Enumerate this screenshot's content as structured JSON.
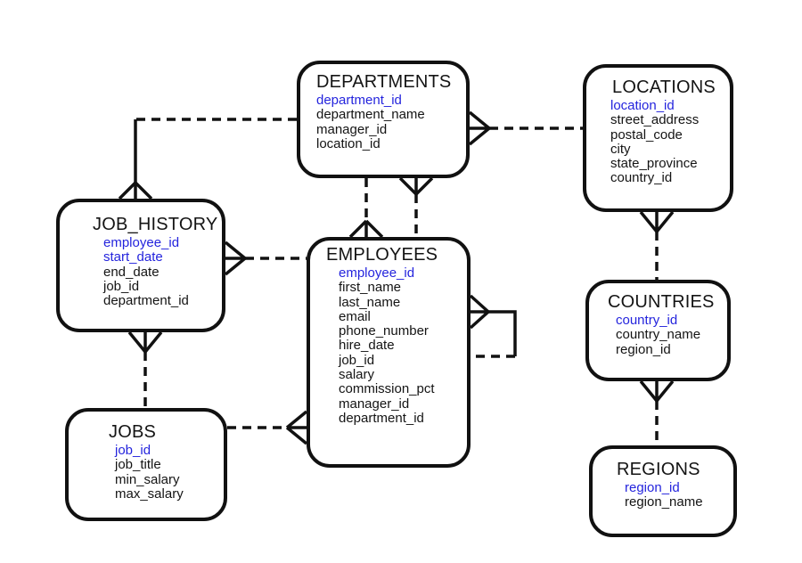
{
  "diagram": {
    "kind": "entity-relationship-diagram",
    "notation": "crow-foot",
    "colors": {
      "primary_key_text": "#2424dd",
      "field_text": "#141414",
      "line": "#111111",
      "entity_background": "#ffffff"
    }
  },
  "entities": {
    "departments": {
      "title": "DEPARTMENTS",
      "fields": [
        {
          "name": "department_id",
          "key": true
        },
        {
          "name": "department_name",
          "key": false
        },
        {
          "name": "manager_id",
          "key": false
        },
        {
          "name": "location_id",
          "key": false
        }
      ]
    },
    "locations": {
      "title": "LOCATIONS",
      "fields": [
        {
          "name": "location_id",
          "key": true
        },
        {
          "name": "street_address",
          "key": false
        },
        {
          "name": "postal_code",
          "key": false
        },
        {
          "name": "city",
          "key": false
        },
        {
          "name": "state_province",
          "key": false
        },
        {
          "name": "country_id",
          "key": false
        }
      ]
    },
    "job_history": {
      "title": "JOB_HISTORY",
      "fields": [
        {
          "name": "employee_id",
          "key": true
        },
        {
          "name": "start_date",
          "key": true
        },
        {
          "name": "end_date",
          "key": false
        },
        {
          "name": "job_id",
          "key": false
        },
        {
          "name": "department_id",
          "key": false
        }
      ]
    },
    "employees": {
      "title": "EMPLOYEES",
      "fields": [
        {
          "name": "employee_id",
          "key": true
        },
        {
          "name": "first_name",
          "key": false
        },
        {
          "name": "last_name",
          "key": false
        },
        {
          "name": "email",
          "key": false
        },
        {
          "name": "phone_number",
          "key": false
        },
        {
          "name": "hire_date",
          "key": false
        },
        {
          "name": "job_id",
          "key": false
        },
        {
          "name": "salary",
          "key": false
        },
        {
          "name": "commission_pct",
          "key": false
        },
        {
          "name": "manager_id",
          "key": false
        },
        {
          "name": "department_id",
          "key": false
        }
      ]
    },
    "countries": {
      "title": "COUNTRIES",
      "fields": [
        {
          "name": "country_id",
          "key": true
        },
        {
          "name": "country_name",
          "key": false
        },
        {
          "name": "region_id",
          "key": false
        }
      ]
    },
    "jobs": {
      "title": "JOBS",
      "fields": [
        {
          "name": "job_id",
          "key": true
        },
        {
          "name": "job_title",
          "key": false
        },
        {
          "name": "min_salary",
          "key": false
        },
        {
          "name": "max_salary",
          "key": false
        }
      ]
    },
    "regions": {
      "title": "REGIONS",
      "fields": [
        {
          "name": "region_id",
          "key": true
        },
        {
          "name": "region_name",
          "key": false
        }
      ]
    }
  },
  "relationships": [
    {
      "from": "LOCATIONS",
      "to": "DEPARTMENTS",
      "cardinality": "one-to-many",
      "crow_foot_at": "DEPARTMENTS",
      "line_style": "dashed"
    },
    {
      "from": "DEPARTMENTS",
      "to": "JOB_HISTORY",
      "cardinality": "one-to-many",
      "crow_foot_at": "JOB_HISTORY",
      "line_style": "dashed-then-solid"
    },
    {
      "from": "DEPARTMENTS",
      "to": "EMPLOYEES",
      "cardinality": "one-to-many",
      "crow_foot_at": "EMPLOYEES",
      "line_style": "dashed"
    },
    {
      "from": "EMPLOYEES",
      "to": "DEPARTMENTS",
      "cardinality": "one-to-many",
      "crow_foot_at": "DEPARTMENTS",
      "line_style": "dashed"
    },
    {
      "from": "EMPLOYEES",
      "to": "JOB_HISTORY",
      "cardinality": "one-to-many",
      "crow_foot_at": "JOB_HISTORY",
      "line_style": "dashed"
    },
    {
      "from": "JOBS",
      "to": "JOB_HISTORY",
      "cardinality": "one-to-many",
      "crow_foot_at": "JOB_HISTORY",
      "line_style": "dashed"
    },
    {
      "from": "JOBS",
      "to": "EMPLOYEES",
      "cardinality": "one-to-many",
      "crow_foot_at": "EMPLOYEES",
      "line_style": "dashed"
    },
    {
      "from": "EMPLOYEES",
      "to": "EMPLOYEES",
      "cardinality": "one-to-many",
      "crow_foot_at": "EMPLOYEES",
      "line_style": "solid-then-dashed",
      "note": "self-reference"
    },
    {
      "from": "COUNTRIES",
      "to": "LOCATIONS",
      "cardinality": "one-to-many",
      "crow_foot_at": "LOCATIONS",
      "line_style": "dashed"
    },
    {
      "from": "REGIONS",
      "to": "COUNTRIES",
      "cardinality": "one-to-many",
      "crow_foot_at": "COUNTRIES",
      "line_style": "dashed"
    }
  ]
}
